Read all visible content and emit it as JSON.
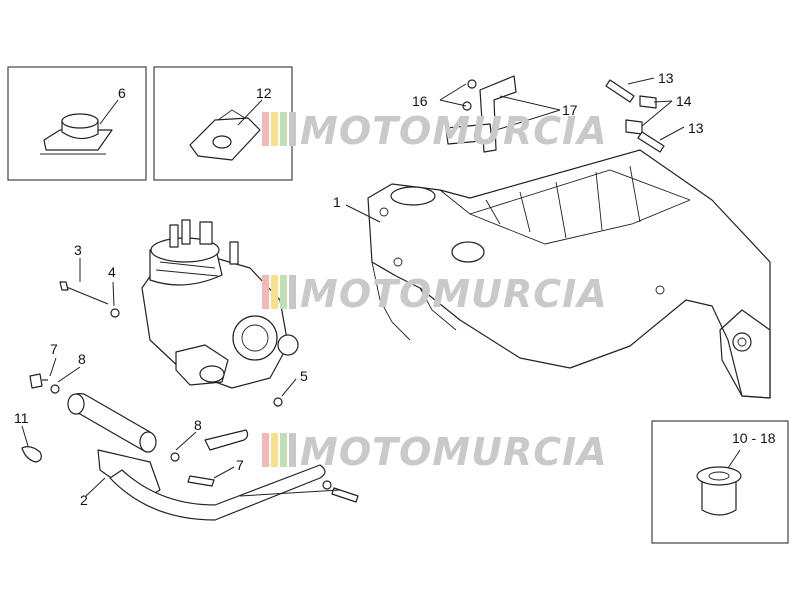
{
  "callouts": {
    "c1": "1",
    "c2": "2",
    "c3": "3",
    "c4": "4",
    "c5": "5",
    "c6": "6",
    "c7a": "7",
    "c7b": "7",
    "c8a": "8",
    "c8b": "8",
    "c10_18": "10 - 18",
    "c11": "11",
    "c12": "12",
    "c13a": "13",
    "c13b": "13",
    "c14": "14",
    "c16": "16",
    "c17": "17"
  },
  "watermark": {
    "text": "MOTOMURCIA",
    "colors": [
      "#f2b8b8",
      "#f6e08a",
      "#bfe0b5",
      "#c8c8c8"
    ]
  },
  "colors": {
    "line": "#222222",
    "box_border": "#444444",
    "watermark_gray": "#c9c9c9"
  }
}
